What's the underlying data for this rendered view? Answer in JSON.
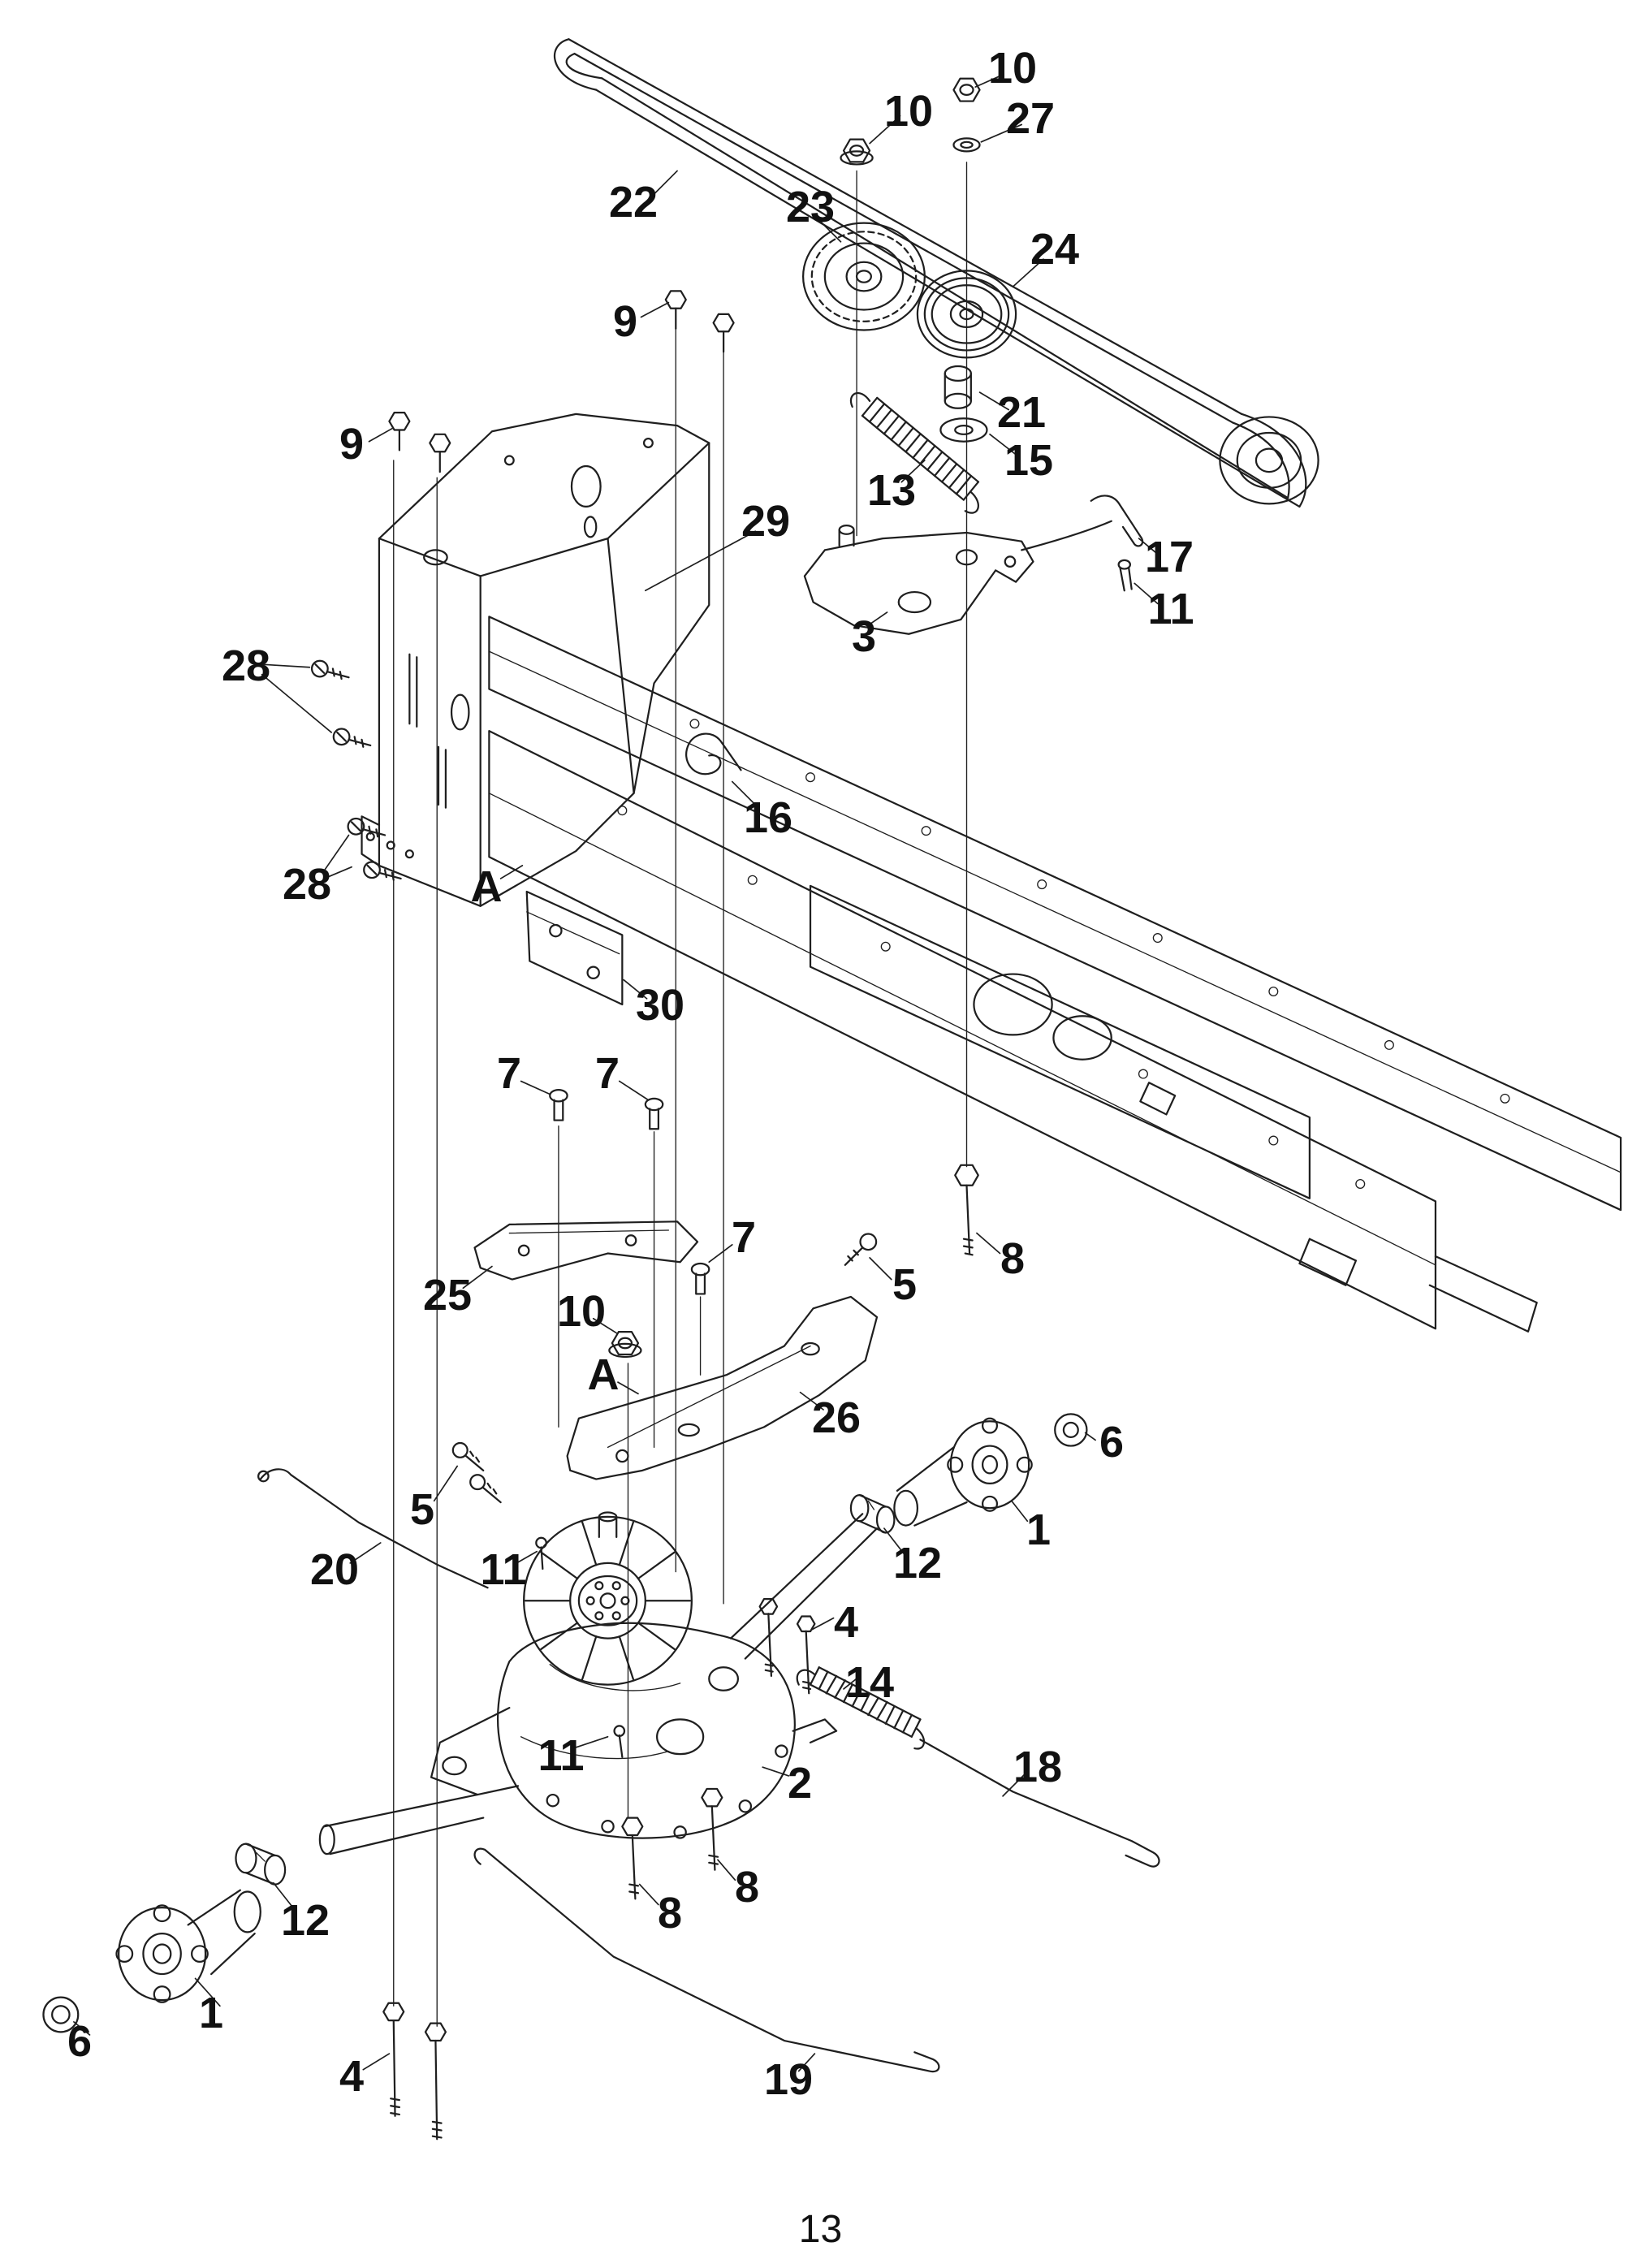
{
  "colors": {
    "background": "#ffffff",
    "line": "#1f1f1f",
    "text": "#111111"
  },
  "page_number": "13",
  "datum_labels": [
    {
      "label": "A"
    },
    {
      "label": "A"
    }
  ],
  "callouts": [
    {
      "label": "10"
    },
    {
      "label": "27"
    },
    {
      "label": "10"
    },
    {
      "label": "22"
    },
    {
      "label": "23"
    },
    {
      "label": "24"
    },
    {
      "label": "9"
    },
    {
      "label": "21"
    },
    {
      "label": "15"
    },
    {
      "label": "9"
    },
    {
      "label": "13"
    },
    {
      "label": "29"
    },
    {
      "label": "17"
    },
    {
      "label": "11"
    },
    {
      "label": "3"
    },
    {
      "label": "28"
    },
    {
      "label": "16"
    },
    {
      "label": "28"
    },
    {
      "label": "30"
    },
    {
      "label": "7"
    },
    {
      "label": "7"
    },
    {
      "label": "7"
    },
    {
      "label": "5"
    },
    {
      "label": "25"
    },
    {
      "label": "8"
    },
    {
      "label": "10"
    },
    {
      "label": "26"
    },
    {
      "label": "6"
    },
    {
      "label": "1"
    },
    {
      "label": "5"
    },
    {
      "label": "12"
    },
    {
      "label": "20"
    },
    {
      "label": "11"
    },
    {
      "label": "4"
    },
    {
      "label": "14"
    },
    {
      "label": "11"
    },
    {
      "label": "2"
    },
    {
      "label": "18"
    },
    {
      "label": "12"
    },
    {
      "label": "8"
    },
    {
      "label": "8"
    },
    {
      "label": "6"
    },
    {
      "label": "1"
    },
    {
      "label": "4"
    },
    {
      "label": "19"
    }
  ]
}
